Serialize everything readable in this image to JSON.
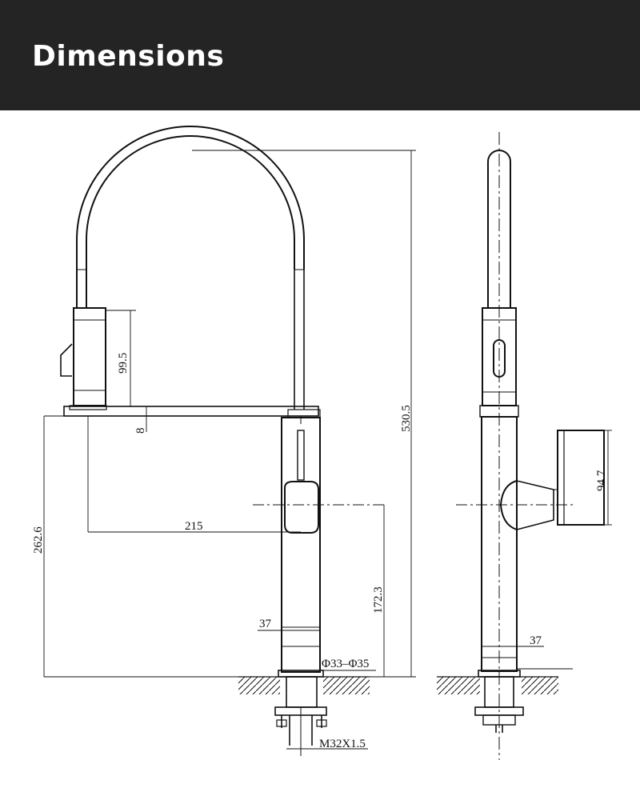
{
  "header": {
    "title": "Dimensions"
  },
  "dimensions": {
    "spray_head_height": "99.5",
    "deck_thickness": "8",
    "overall_height": "530.5",
    "spout_height": "262.6",
    "spout_reach": "215",
    "handle_height": "172.3",
    "body_diameter_front": "37",
    "mount_hole": "Φ33–Φ35",
    "thread": "M32X1.5",
    "handle_depth": "94.7",
    "body_diameter_side": "37"
  },
  "colors": {
    "header_bg": "#242424",
    "header_text": "#ffffff",
    "line": "#111111"
  }
}
